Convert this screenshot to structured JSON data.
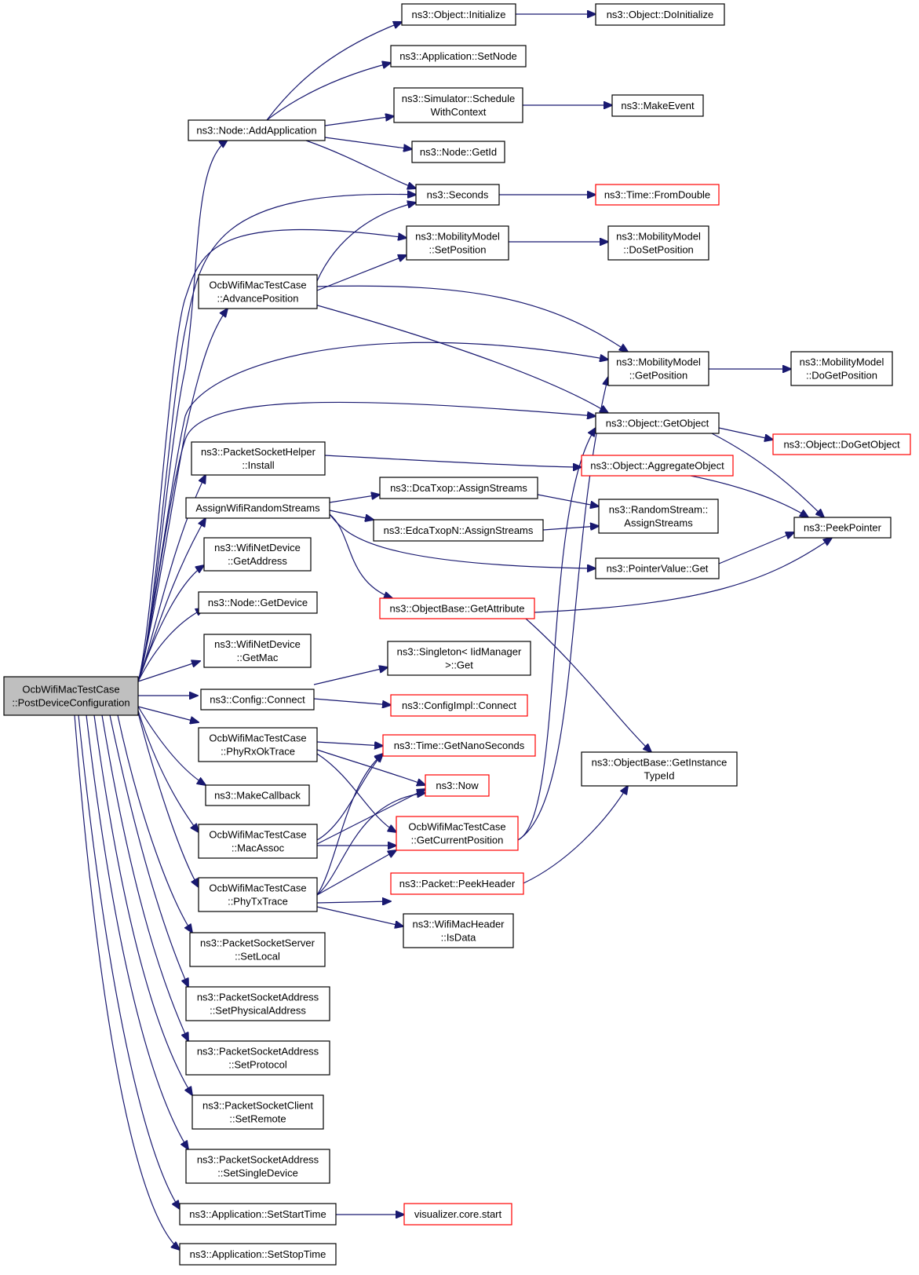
{
  "colors": {
    "edge": "#191970",
    "truncated_border": "#ff0000",
    "node_border": "#000000",
    "root_fill": "#bfbfbf"
  },
  "nodes": [
    {
      "id": "root",
      "lines": [
        "OcbWifiMacTestCase",
        "::PostDeviceConfiguration"
      ],
      "style": "root"
    },
    {
      "id": "node_addapp",
      "lines": [
        "ns3::Node::AddApplication"
      ],
      "style": "normal"
    },
    {
      "id": "advpos",
      "lines": [
        "OcbWifiMacTestCase",
        "::AdvancePosition"
      ],
      "style": "normal"
    },
    {
      "id": "psh_install",
      "lines": [
        "ns3::PacketSocketHelper",
        "::Install"
      ],
      "style": "normal"
    },
    {
      "id": "assign_rs",
      "lines": [
        "AssignWifiRandomStreams"
      ],
      "style": "normal"
    },
    {
      "id": "wnd_getaddr",
      "lines": [
        "ns3::WifiNetDevice",
        "::GetAddress"
      ],
      "style": "normal"
    },
    {
      "id": "node_getdev",
      "lines": [
        "ns3::Node::GetDevice"
      ],
      "style": "normal"
    },
    {
      "id": "wnd_getmac",
      "lines": [
        "ns3::WifiNetDevice",
        "::GetMac"
      ],
      "style": "normal"
    },
    {
      "id": "cfg_connect",
      "lines": [
        "ns3::Config::Connect"
      ],
      "style": "normal"
    },
    {
      "id": "phyrxok",
      "lines": [
        "OcbWifiMacTestCase",
        "::PhyRxOkTrace"
      ],
      "style": "normal"
    },
    {
      "id": "makecb",
      "lines": [
        "ns3::MakeCallback"
      ],
      "style": "normal"
    },
    {
      "id": "macassoc",
      "lines": [
        "OcbWifiMacTestCase",
        "::MacAssoc"
      ],
      "style": "normal"
    },
    {
      "id": "phytx",
      "lines": [
        "OcbWifiMacTestCase",
        "::PhyTxTrace"
      ],
      "style": "normal"
    },
    {
      "id": "pss_setlocal",
      "lines": [
        "ns3::PacketSocketServer",
        "::SetLocal"
      ],
      "style": "normal"
    },
    {
      "id": "psa_setphys",
      "lines": [
        "ns3::PacketSocketAddress",
        "::SetPhysicalAddress"
      ],
      "style": "normal"
    },
    {
      "id": "psa_setproto",
      "lines": [
        "ns3::PacketSocketAddress",
        "::SetProtocol"
      ],
      "style": "normal"
    },
    {
      "id": "psc_setremote",
      "lines": [
        "ns3::PacketSocketClient",
        "::SetRemote"
      ],
      "style": "normal"
    },
    {
      "id": "psa_setsingle",
      "lines": [
        "ns3::PacketSocketAddress",
        "::SetSingleDevice"
      ],
      "style": "normal"
    },
    {
      "id": "app_setstart",
      "lines": [
        "ns3::Application::SetStartTime"
      ],
      "style": "normal"
    },
    {
      "id": "app_setstop",
      "lines": [
        "ns3::Application::SetStopTime"
      ],
      "style": "normal"
    },
    {
      "id": "obj_init",
      "lines": [
        "ns3::Object::Initialize"
      ],
      "style": "normal"
    },
    {
      "id": "obj_doinit",
      "lines": [
        "ns3::Object::DoInitialize"
      ],
      "style": "normal"
    },
    {
      "id": "app_setnode",
      "lines": [
        "ns3::Application::SetNode"
      ],
      "style": "normal"
    },
    {
      "id": "sim_sched",
      "lines": [
        "ns3::Simulator::Schedule",
        "WithContext"
      ],
      "style": "normal"
    },
    {
      "id": "makeevent",
      "lines": [
        "ns3::MakeEvent"
      ],
      "style": "normal"
    },
    {
      "id": "node_getid",
      "lines": [
        "ns3::Node::GetId"
      ],
      "style": "normal"
    },
    {
      "id": "seconds",
      "lines": [
        "ns3::Seconds"
      ],
      "style": "normal"
    },
    {
      "id": "time_fromdouble",
      "lines": [
        "ns3::Time::FromDouble"
      ],
      "style": "red"
    },
    {
      "id": "mm_setpos",
      "lines": [
        "ns3::MobilityModel",
        "::SetPosition"
      ],
      "style": "normal"
    },
    {
      "id": "mm_dosetpos",
      "lines": [
        "ns3::MobilityModel",
        "::DoSetPosition"
      ],
      "style": "normal"
    },
    {
      "id": "mm_getpos",
      "lines": [
        "ns3::MobilityModel",
        "::GetPosition"
      ],
      "style": "normal"
    },
    {
      "id": "mm_dogetpos",
      "lines": [
        "ns3::MobilityModel",
        "::DoGetPosition"
      ],
      "style": "normal"
    },
    {
      "id": "obj_getobj",
      "lines": [
        "ns3::Object::GetObject"
      ],
      "style": "normal"
    },
    {
      "id": "obj_dogetobj",
      "lines": [
        "ns3::Object::DoGetObject"
      ],
      "style": "red"
    },
    {
      "id": "obj_aggr",
      "lines": [
        "ns3::Object::AggregateObject"
      ],
      "style": "red"
    },
    {
      "id": "peekptr",
      "lines": [
        "ns3::PeekPointer"
      ],
      "style": "normal"
    },
    {
      "id": "dca_assign",
      "lines": [
        "ns3::DcaTxop::AssignStreams"
      ],
      "style": "normal"
    },
    {
      "id": "edca_assign",
      "lines": [
        "ns3::EdcaTxopN::AssignStreams"
      ],
      "style": "normal"
    },
    {
      "id": "rs_assign",
      "lines": [
        "ns3::RandomStream::",
        "AssignStreams"
      ],
      "style": "normal"
    },
    {
      "id": "ptrval_get",
      "lines": [
        "ns3::PointerValue::Get"
      ],
      "style": "normal"
    },
    {
      "id": "ob_getattr",
      "lines": [
        "ns3::ObjectBase::GetAttribute"
      ],
      "style": "red"
    },
    {
      "id": "singleton_get",
      "lines": [
        "ns3::Singleton< IidManager",
        " >::Get"
      ],
      "style": "normal"
    },
    {
      "id": "cfgimpl_connect",
      "lines": [
        "ns3::ConfigImpl::Connect"
      ],
      "style": "red"
    },
    {
      "id": "time_getns",
      "lines": [
        "ns3::Time::GetNanoSeconds"
      ],
      "style": "red"
    },
    {
      "id": "now",
      "lines": [
        "ns3::Now"
      ],
      "style": "red"
    },
    {
      "id": "getcurpos",
      "lines": [
        "OcbWifiMacTestCase",
        "::GetCurrentPosition"
      ],
      "style": "red"
    },
    {
      "id": "ob_getinsttid",
      "lines": [
        "ns3::ObjectBase::GetInstance",
        "TypeId"
      ],
      "style": "normal"
    },
    {
      "id": "pkt_peekhdr",
      "lines": [
        "ns3::Packet::PeekHeader"
      ],
      "style": "red"
    },
    {
      "id": "wmh_isdata",
      "lines": [
        "ns3::WifiMacHeader",
        "::IsData"
      ],
      "style": "normal"
    },
    {
      "id": "viz_start",
      "lines": [
        "visualizer.core.start"
      ],
      "style": "red"
    }
  ]
}
